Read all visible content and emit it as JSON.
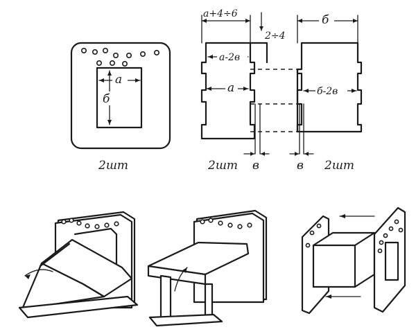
{
  "labels": {
    "dim_a": "a",
    "dim_b": "б",
    "frame_count": "2шт",
    "top_width": "a+4÷6",
    "notch_depth": "2÷4",
    "inner_width": "a-2в",
    "strip_a": "a",
    "strip_thickness_left": "в",
    "left_count": "2шт",
    "right_width": "б",
    "right_inner": "б-2в",
    "strip_thickness_right": "в",
    "right_count": "2шт"
  }
}
